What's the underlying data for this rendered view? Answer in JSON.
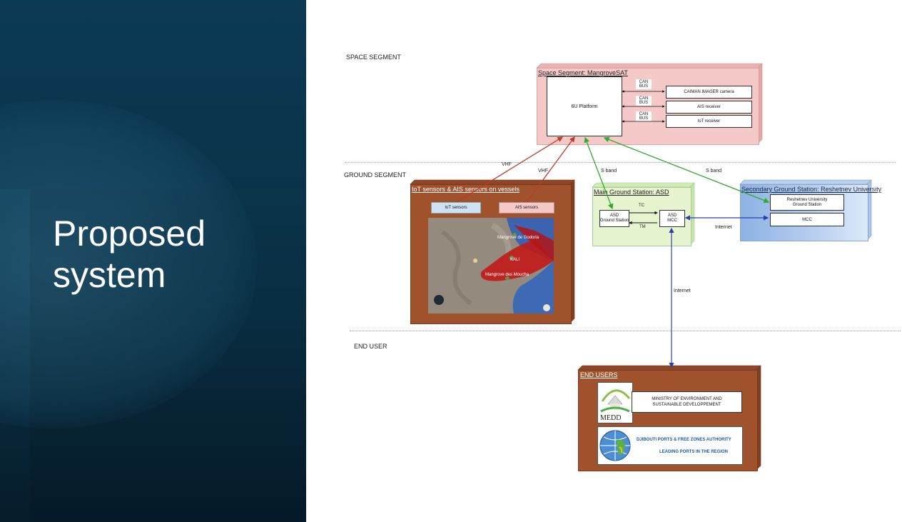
{
  "slide": {
    "title_line1": "Proposed",
    "title_line2": "system"
  },
  "segments": {
    "space": "SPACE SEGMENT",
    "ground": "GROUND SEGMENT",
    "end_user": "END USER"
  },
  "space_box": {
    "title": "Space Segment: MangroveSAT",
    "platform": "6U Platform",
    "can_bus": [
      "CAN\nBUS",
      "CAN\nBUS",
      "CAN\nBUS"
    ],
    "payloads": [
      "CAIMAN IMAGER camera",
      "AIS receiver",
      "IoT receiver"
    ]
  },
  "iot_box": {
    "title": "IoT sensors & AIS sensors on vessels",
    "iot_sensors": "IoT sensors",
    "ais_sensors": "AIS sensors",
    "map_labels": [
      "Mangrove de Godoria",
      "KALI",
      "Mangrove des Moucha"
    ]
  },
  "main_gs": {
    "title": "Main Ground Station: ASD",
    "asd_gs": "ASD\nGround Station",
    "asd_mcc": "ASD\nMCC",
    "tc": "TC",
    "tm": "TM"
  },
  "secondary_gs": {
    "title": "Secondary Ground Station: Reshetnev University",
    "gs": "Reshetnev University\nGround Station",
    "mcc": "MCC"
  },
  "links": {
    "vhf1": "VHF",
    "vhf2": "VHF",
    "sband1": "S band",
    "sband2": "S band",
    "internet1": "Internet",
    "internet2": "Internet"
  },
  "end_users": {
    "title": "END USERS",
    "medd_logo": "MEDD",
    "ministry": "MINISTRY OF ENVIRONMENT AND SUSTAINABLE DEVELOPPEMENT",
    "ports": "DJIBOUTI PORTS & FREE ZONES AUTHORITY",
    "ports_tagline": "LEADING PORTS IN THE REGION"
  },
  "colors": {
    "left_bg": "#0b3a52",
    "space_box": "#f6c9c9",
    "iot_box": "#a0522d",
    "main_gs": "#e6f5d0",
    "secondary_gs": "#9fbfe8",
    "end_users": "#a0522d",
    "vhf_link": "#c0392b",
    "sband_link": "#2eaa2e",
    "internet_link": "#2b3fb0"
  }
}
